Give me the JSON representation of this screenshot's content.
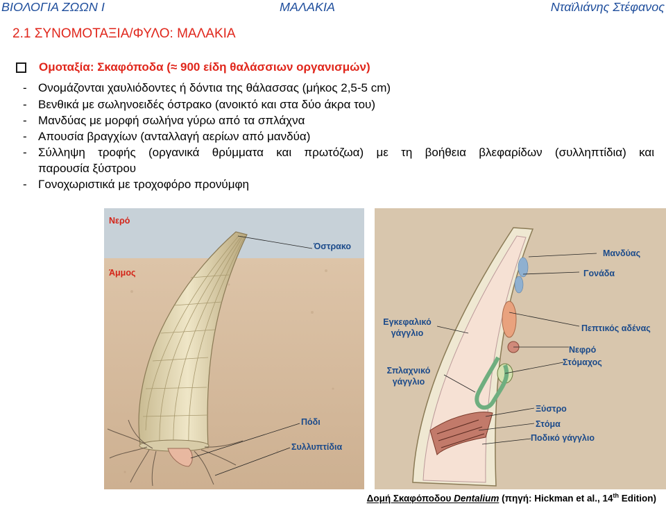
{
  "header": {
    "left": "ΒΙΟΛΟΓΙΑ ΖΩΩΝ Ι",
    "center": "ΜΑΛΑΚΙΑ",
    "right": "Νταϊλιάνης Στέφανος"
  },
  "section_title": "2.1  ΣΥΝΟΜΟΤΑΞΙΑ/ΦΥΛΟ: ΜΑΛΑΚΙΑ",
  "subclass_heading": "Ομοταξία: Σκαφόποδα (≈ 900 είδη θαλάσσιων οργανισμών)",
  "items": [
    "Ονομάζονται χαυλιόδοντες ή δόντια της θάλασσας (μήκος 2,5-5 cm)",
    "Βενθικά με σωληνοειδές όστρακο (ανοικτό και στα δύο άκρα του)",
    "Μανδύας με μορφή σωλήνα γύρω από τα σπλάχνα",
    "Απουσία βραγχίων (ανταλλαγή αερίων από μανδύα)",
    "Σύλληψη τροφής (οργανικά θρύμματα και πρωτόζωα) με τη βοήθεια βλεφαρίδων (συλληπτίδια) και",
    "παρουσία ξύστρου",
    "Γονοχωριστικά με τροχοφόρο προνύμφη"
  ],
  "figure_left": {
    "water": "Νερό",
    "sand": "Άμμος",
    "shell": "Όστρακο",
    "foot": "Πόδι",
    "captacula": "Συλλυπτίδια"
  },
  "figure_right": {
    "mantle": "Μανδύας",
    "gonad": "Γονάδα",
    "cerebral_ganglion": "Εγκεφαλικό γάγγλιο",
    "visceral_ganglion": "Σπλαχνικό γάγγλιο",
    "digestive_gland": "Πεπτικός αδένας",
    "kidney": "Νεφρό",
    "stomach": "Στόμαχος",
    "radula": "Ξύστρο",
    "mouth": "Στόμα",
    "pedal_ganglion": "Ποδικό γάγγλιο"
  },
  "caption": {
    "prefix": "Δομή Σκαφόποδου ",
    "genus": "Dentalium",
    "middle": " (πηγή: Hickman et al., 14",
    "sup": "th",
    "suffix": " Edition)"
  },
  "colors": {
    "header": "#1f4e9c",
    "title": "#e0261b",
    "water": "#c4cfd6",
    "sand": "#d9bfa2",
    "label_red": "#d42418",
    "label_blue": "#1b4a8a"
  }
}
